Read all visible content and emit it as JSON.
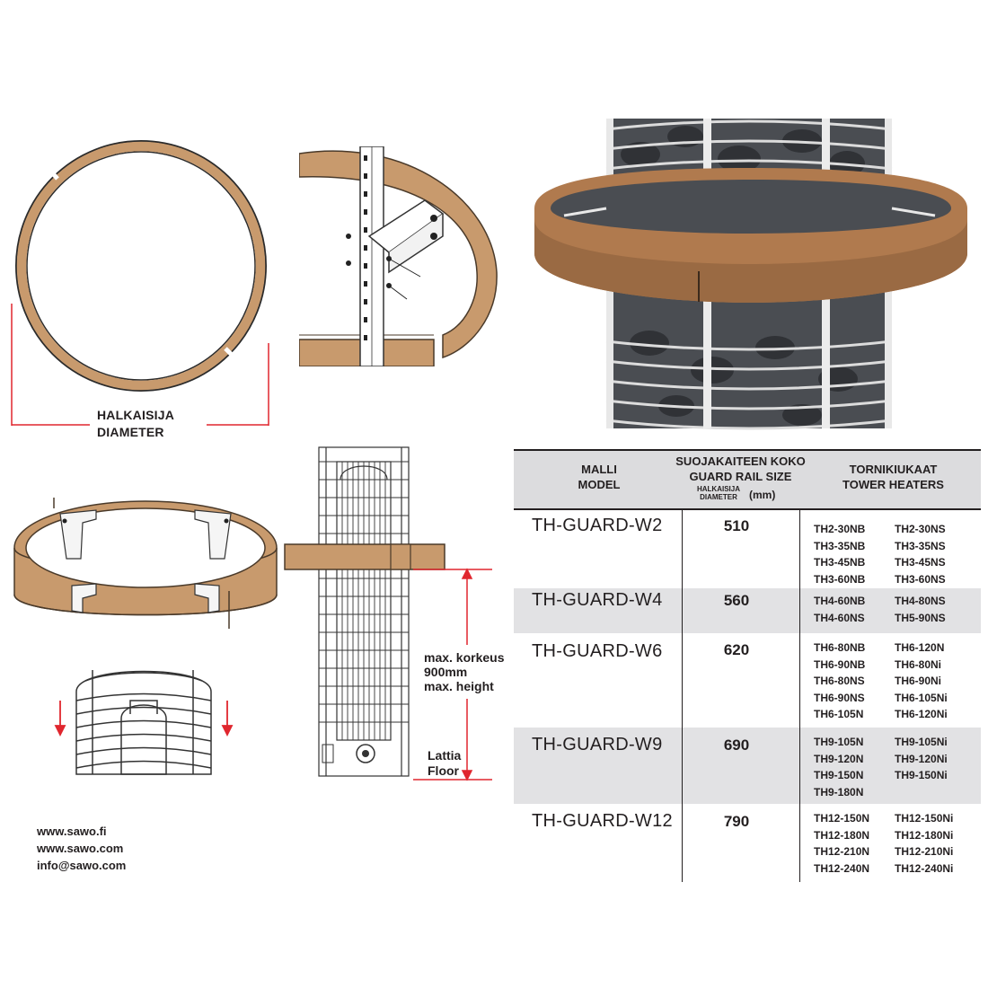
{
  "diameter_label": {
    "fi": "HALKAISIJA",
    "en": "DIAMETER"
  },
  "height_label": {
    "fi": "max. korkeus",
    "value": "900mm",
    "en": "max. height"
  },
  "floor_label": {
    "fi": "Lattia",
    "en": "Floor"
  },
  "contacts": [
    "www.sawo.fi",
    "www.sawo.com",
    "info@sawo.com"
  ],
  "table": {
    "col_model": {
      "fi": "MALLI",
      "en": "MODEL"
    },
    "col_size": {
      "fi": "SUOJAKAITEEN KOKO",
      "en": "GUARD RAIL SIZE",
      "sub_fi": "HALKAISIJA",
      "sub_en": "DIAMETER",
      "unit": "(mm)"
    },
    "col_heaters": {
      "fi": "TORNIKIUKAAT",
      "en": "TOWER HEATERS"
    },
    "rows": [
      {
        "model": "TH-GUARD-W2",
        "size": "510",
        "heaters_a": [
          "TH2-30NB",
          "TH3-35NB",
          "TH3-45NB",
          "TH3-60NB"
        ],
        "heaters_b": [
          "TH2-30NS",
          "TH3-35NS",
          "TH3-45NS",
          "TH3-60NS"
        ]
      },
      {
        "model": "TH-GUARD-W4",
        "size": "560",
        "heaters_a": [
          "TH4-60NB",
          "TH4-60NS"
        ],
        "heaters_b": [
          "TH4-80NS",
          "TH5-90NS"
        ]
      },
      {
        "model": "TH-GUARD-W6",
        "size": "620",
        "heaters_a": [
          "TH6-80NB",
          "TH6-90NB",
          "TH6-80NS",
          "TH6-90NS",
          "TH6-105N"
        ],
        "heaters_b": [
          "TH6-120N",
          "TH6-80Ni",
          "TH6-90Ni",
          "TH6-105Ni",
          "TH6-120Ni"
        ]
      },
      {
        "model": "TH-GUARD-W9",
        "size": "690",
        "heaters_a": [
          "TH9-105N",
          "TH9-120N",
          "TH9-150N",
          "TH9-180N"
        ],
        "heaters_b": [
          "TH9-105Ni",
          "TH9-120Ni",
          "TH9-150Ni"
        ]
      },
      {
        "model": "TH-GUARD-W12",
        "size": "790",
        "heaters_a": [
          "TH12-150N",
          "TH12-180N",
          "TH12-210N",
          "TH12-240N"
        ],
        "heaters_b": [
          "TH12-150Ni",
          "TH12-180Ni",
          "TH12-210Ni",
          "TH12-240Ni"
        ]
      }
    ]
  },
  "colors": {
    "wood": "#c89a6d",
    "wood_dark": "#8d6a49",
    "dimension_red": "#e0262e",
    "table_shade": "#e2e2e4"
  }
}
